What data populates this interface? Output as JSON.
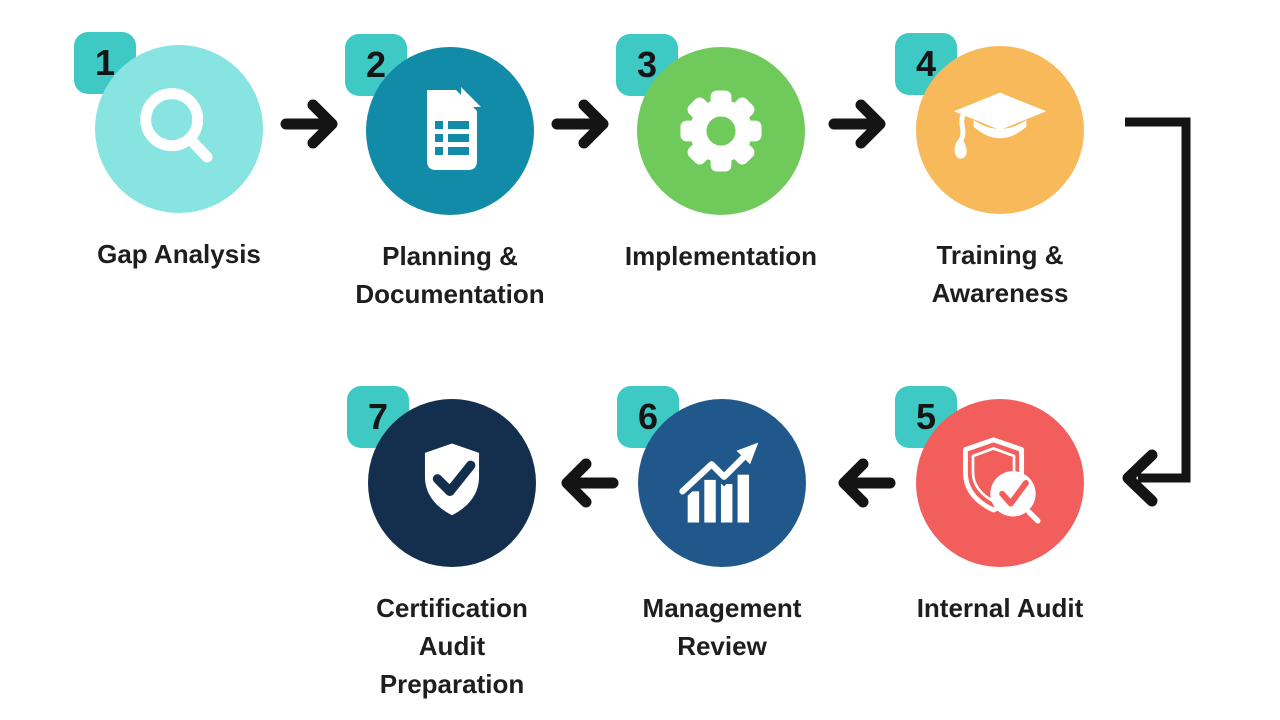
{
  "colors": {
    "background": "#FFFFFF",
    "badge": "#3EC9C5",
    "arrow": "#141414",
    "text": "#1E1E1E",
    "step1_circle": "#87E4E1",
    "step2_circle": "#128BA8",
    "step3_circle": "#70CA5B",
    "step4_circle": "#F7B959",
    "step5_circle": "#F15E5C",
    "step6_circle": "#21588B",
    "step7_circle": "#132F4D"
  },
  "steps": [
    {
      "number": "1",
      "lines": [
        "Gap Analysis"
      ],
      "color": "#87E4E1",
      "icon": "search-icon"
    },
    {
      "number": "2",
      "lines": [
        "Planning &",
        "Documentation"
      ],
      "color": "#128BA8",
      "icon": "document-icon"
    },
    {
      "number": "3",
      "lines": [
        "Implementation"
      ],
      "color": "#70CA5B",
      "icon": "gear-icon"
    },
    {
      "number": "4",
      "lines": [
        "Training &",
        "Awareness"
      ],
      "color": "#F7B959",
      "icon": "graduation-cap-icon"
    },
    {
      "number": "5",
      "lines": [
        "Internal Audit"
      ],
      "color": "#F15E5C",
      "icon": "shield-magnifier-icon"
    },
    {
      "number": "6",
      "lines": [
        "Management",
        "Review"
      ],
      "color": "#21588B",
      "icon": "bar-chart-icon"
    },
    {
      "number": "7",
      "lines": [
        "Certification",
        "Audit",
        "Preparation"
      ],
      "color": "#132F4D",
      "icon": "shield-check-icon"
    }
  ]
}
